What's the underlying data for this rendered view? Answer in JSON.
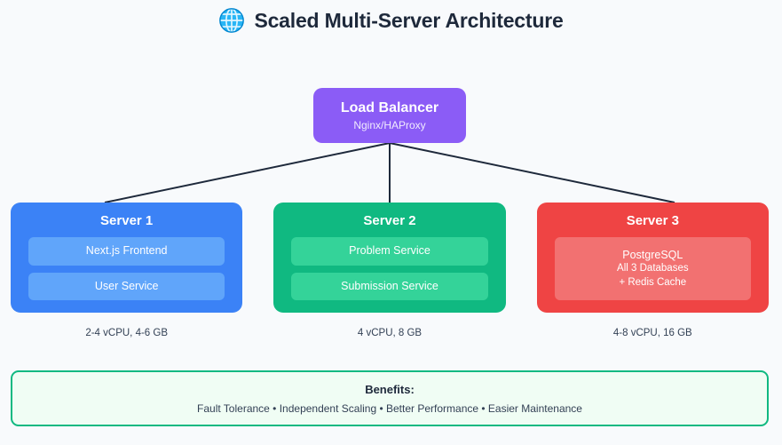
{
  "header": {
    "icon": "globe-icon",
    "title": "Scaled Multi-Server Architecture"
  },
  "load_balancer": {
    "title": "Load Balancer",
    "subtitle": "Nginx/HAProxy",
    "color": "#8b5cf6"
  },
  "servers": [
    {
      "title": "Server 1",
      "color": "#3b82f6",
      "item_color": "#60a5fa",
      "services": [
        {
          "main": "Next.js Frontend"
        },
        {
          "main": "User Service"
        }
      ],
      "spec": "2-4 vCPU, 4-6 GB"
    },
    {
      "title": "Server 2",
      "color": "#10b981",
      "item_color": "#34d399",
      "services": [
        {
          "main": "Problem Service"
        },
        {
          "main": "Submission Service"
        }
      ],
      "spec": "4 vCPU, 8 GB"
    },
    {
      "title": "Server 3",
      "color": "#ef4444",
      "item_color": "#f27171",
      "services": [
        {
          "main": "PostgreSQL",
          "sub1": "All 3 Databases",
          "sub2": "+ Redis Cache"
        }
      ],
      "spec": "4-8 vCPU, 16 GB"
    }
  ],
  "benefits": {
    "title": "Benefits:",
    "list": "Fault Tolerance • Independent Scaling • Better Performance • Easier Maintenance",
    "border_color": "#10b981",
    "background_color": "#f0fdf4"
  },
  "connectors": {
    "color": "#1e293b"
  }
}
